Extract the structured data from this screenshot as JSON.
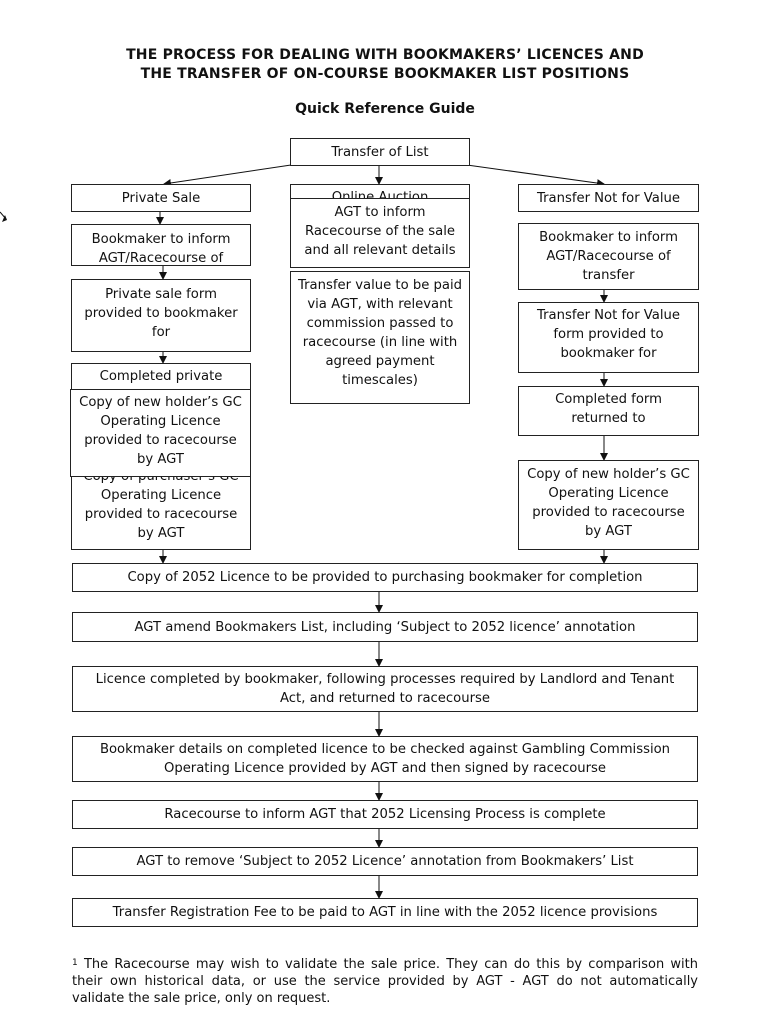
{
  "title": {
    "line1": "THE PROCESS FOR DEALING WITH BOOKMAKERS’ LICENCES AND",
    "line2": "THE TRANSFER OF ON-COURSE BOOKMAKER LIST POSITIONS"
  },
  "subtitle": "Quick Reference Guide",
  "flow": {
    "top": "Transfer of List",
    "private": {
      "header": "Private Sale",
      "step1": "Bookmaker to inform AGT/Racecourse of",
      "step2": "Private sale form provided to bookmaker for",
      "step3": "Completed private",
      "step4": "Copy of new holder’s GC Operating Licence provided to racecourse by AGT",
      "step5": "Copy of purchaser’s GC Operating Licence provided to racecourse by AGT"
    },
    "auction": {
      "header": "Online Auction",
      "step1": "AGT to inform Racecourse of the sale and all relevant details",
      "step2": "Transfer value to be paid via AGT, with relevant commission passed to racecourse (in line with agreed payment timescales)"
    },
    "tnfv": {
      "header": "Transfer Not for Value",
      "step1": "Bookmaker to inform AGT/Racecourse of transfer",
      "step2": "Transfer Not for Value form provided to bookmaker for",
      "step3": "Completed form returned to",
      "step4": "Copy of new holder’s GC Operating Licence provided to racecourse by AGT"
    },
    "common": [
      "Copy of 2052 Licence to be provided to purchasing bookmaker for completion",
      "AGT amend Bookmakers List, including ‘Subject to 2052 licence’ annotation",
      "Licence completed by bookmaker, following processes required by Landlord and Tenant Act, and returned to racecourse",
      "Bookmaker details on completed licence to be checked against Gambling Commission Operating Licence provided by AGT and then signed by racecourse",
      "Racecourse to inform AGT that 2052 Licensing Process is complete",
      "AGT to remove ‘Subject to 2052 Licence’ annotation from Bookmakers’ List",
      "Transfer Registration Fee to be paid to AGT in line with the 2052 licence provisions"
    ]
  },
  "footnote": {
    "marker": "1",
    "text": "The Racecourse may wish to validate the sale price.  They can do this by comparison with their own historical data, or use the service provided by AGT - AGT do not automatically validate the sale price, only on request."
  }
}
